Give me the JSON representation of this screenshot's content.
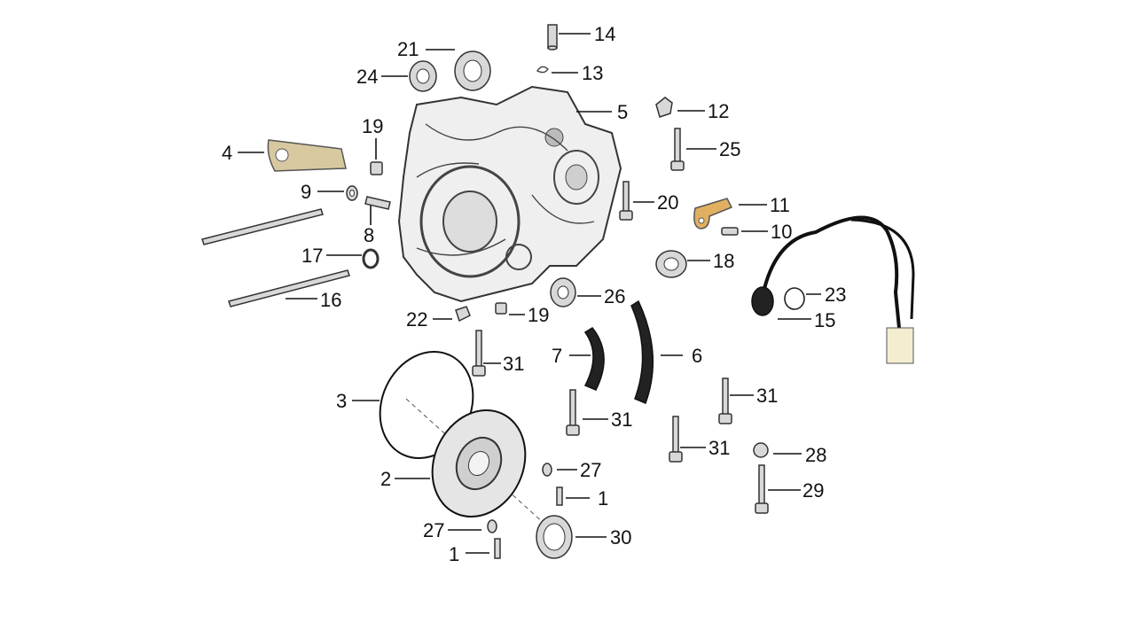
{
  "callouts": [
    {
      "id": "l14a",
      "text": "14"
    },
    {
      "id": "l13",
      "text": "13"
    },
    {
      "id": "l21",
      "text": "21"
    },
    {
      "id": "l24",
      "text": "24"
    },
    {
      "id": "l5",
      "text": "5"
    },
    {
      "id": "l12",
      "text": "12"
    },
    {
      "id": "l19a",
      "text": "19"
    },
    {
      "id": "l25",
      "text": "25"
    },
    {
      "id": "l4",
      "text": "4"
    },
    {
      "id": "l9",
      "text": "9"
    },
    {
      "id": "l8",
      "text": "8"
    },
    {
      "id": "l20",
      "text": "20"
    },
    {
      "id": "l11",
      "text": "11"
    },
    {
      "id": "l10",
      "text": "10"
    },
    {
      "id": "l17",
      "text": "17"
    },
    {
      "id": "l18",
      "text": "18"
    },
    {
      "id": "l16",
      "text": "16"
    },
    {
      "id": "l26",
      "text": "26"
    },
    {
      "id": "l23",
      "text": "23"
    },
    {
      "id": "l22",
      "text": "22"
    },
    {
      "id": "l19b",
      "text": "19"
    },
    {
      "id": "l15",
      "text": "15"
    },
    {
      "id": "l7",
      "text": "7"
    },
    {
      "id": "l6",
      "text": "6"
    },
    {
      "id": "l31a",
      "text": "31"
    },
    {
      "id": "l3",
      "text": "3"
    },
    {
      "id": "l31b",
      "text": "31"
    },
    {
      "id": "l31c",
      "text": "31"
    },
    {
      "id": "l31d",
      "text": "31"
    },
    {
      "id": "l28",
      "text": "28"
    },
    {
      "id": "l27a",
      "text": "27"
    },
    {
      "id": "l2",
      "text": "2"
    },
    {
      "id": "l1a",
      "text": "1"
    },
    {
      "id": "l29",
      "text": "29"
    },
    {
      "id": "l27b",
      "text": "27"
    },
    {
      "id": "l30",
      "text": "30"
    },
    {
      "id": "l1b",
      "text": "1"
    }
  ]
}
